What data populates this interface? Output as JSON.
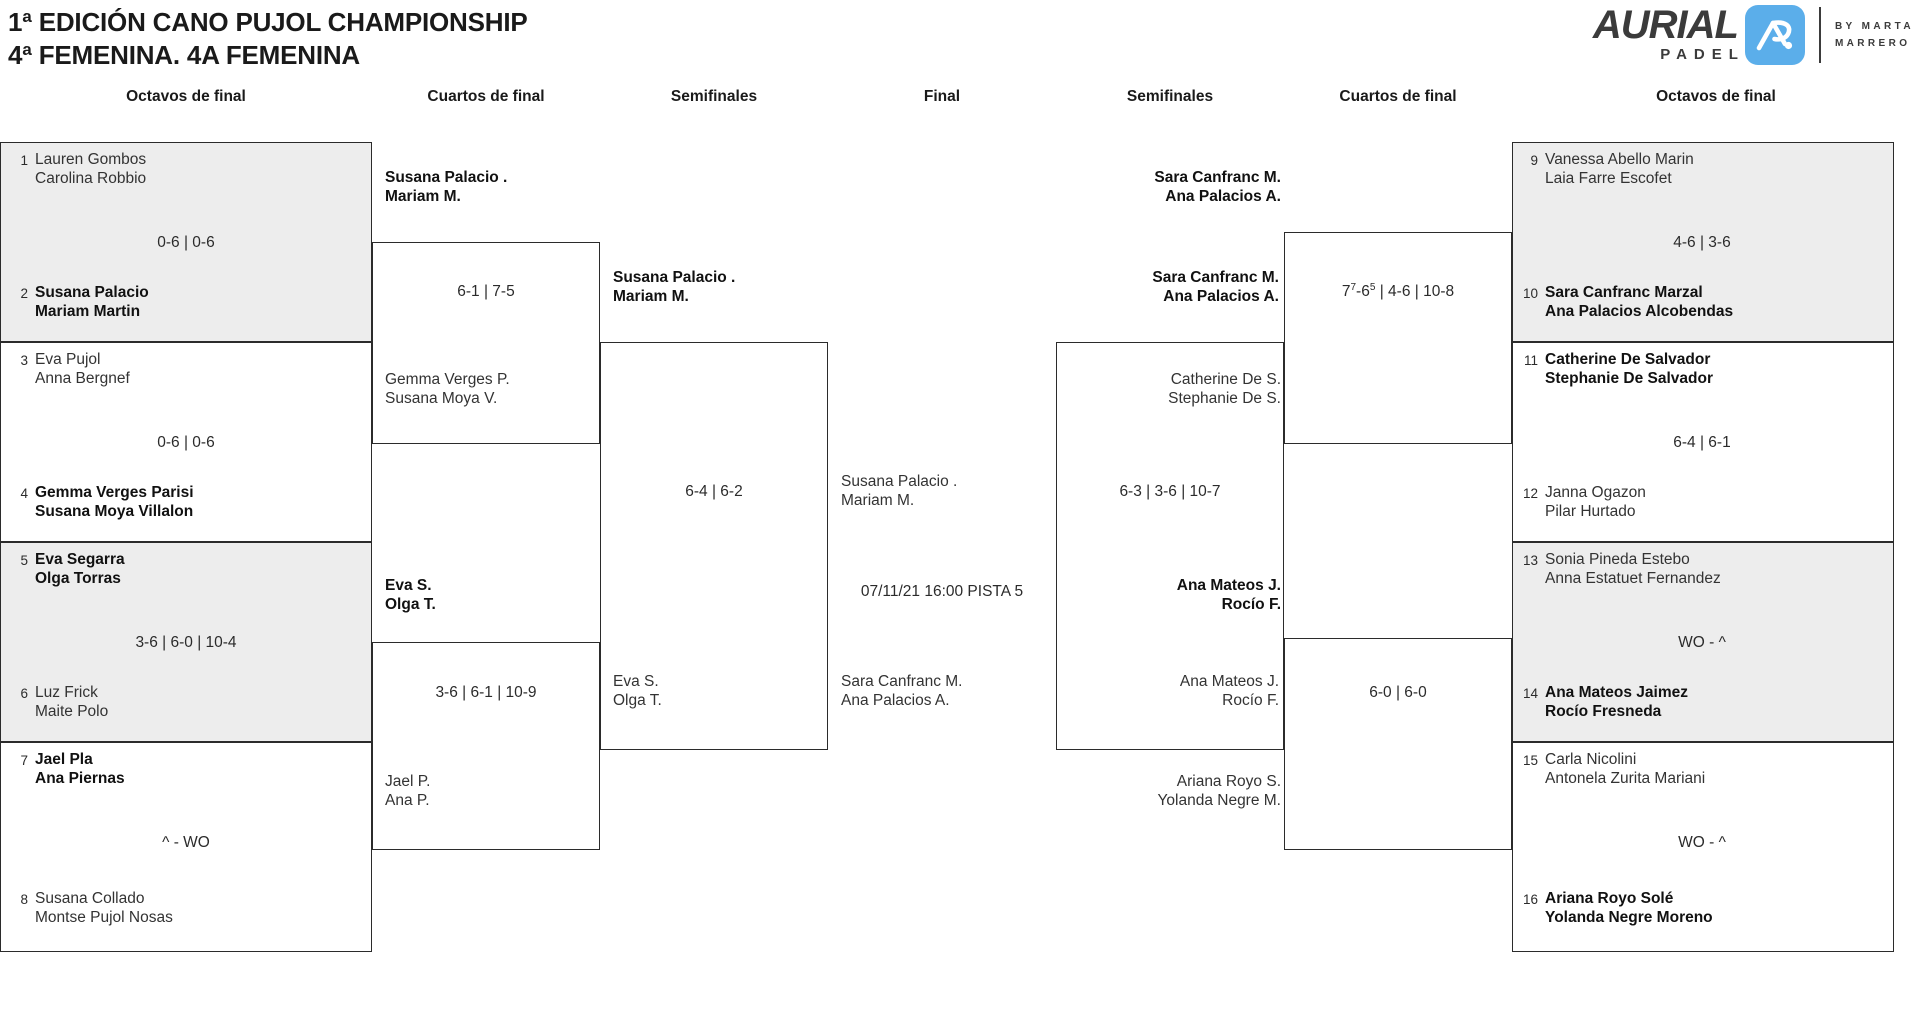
{
  "header": {
    "title_line1": "1ª EDICIÓN CANO PUJOL CHAMPIONSHIP",
    "title_line2": "4ª FEMENINA. 4A FEMENINA",
    "logo": {
      "brand": "AURIAL",
      "sub": "PADEL",
      "by_line1": "BY  MARTA",
      "by_line2": "MARRERO",
      "accent_color": "#5BAEEA",
      "mark_color": "#3b3b3b"
    }
  },
  "columns": {
    "octavos_left": "Octavos de final",
    "cuartos_left": "Cuartos de final",
    "semis_left": "Semifinales",
    "final": "Final",
    "semis_right": "Semifinales",
    "cuartos_right": "Cuartos de final",
    "octavos_right": "Octavos de final"
  },
  "octavos_left": [
    {
      "seed_top": "1",
      "top_line1": "Lauren Gombos",
      "top_line2": "Carolina Robbio",
      "top_won": false,
      "score": "0-6 | 0-6",
      "seed_bottom": "2",
      "bottom_line1": "Susana Palacio",
      "bottom_line2": "Mariam Martin",
      "bottom_won": true
    },
    {
      "seed_top": "3",
      "top_line1": "Eva Pujol",
      "top_line2": "Anna Bergnef",
      "top_won": false,
      "score": "0-6 | 0-6",
      "seed_bottom": "4",
      "bottom_line1": "Gemma Verges Parisi",
      "bottom_line2": "Susana Moya Villalon",
      "bottom_won": true
    },
    {
      "seed_top": "5",
      "top_line1": "Eva Segarra",
      "top_line2": "Olga Torras",
      "top_won": true,
      "score": "3-6 | 6-0 | 10-4",
      "seed_bottom": "6",
      "bottom_line1": "Luz Frick",
      "bottom_line2": "Maite Polo",
      "bottom_won": false
    },
    {
      "seed_top": "7",
      "top_line1": "Jael Pla",
      "top_line2": "Ana Piernas",
      "top_won": true,
      "score": "^ - WO",
      "seed_bottom": "8",
      "bottom_line1": "Susana Collado",
      "bottom_line2": "Montse Pujol Nosas",
      "bottom_won": false
    }
  ],
  "octavos_right": [
    {
      "seed_top": "9",
      "top_line1": "Vanessa Abello Marin",
      "top_line2": "Laia Farre Escofet",
      "top_won": false,
      "score": "4-6 | 3-6",
      "seed_bottom": "10",
      "bottom_line1": "Sara Canfranc Marzal",
      "bottom_line2": "Ana Palacios Alcobendas",
      "bottom_won": true
    },
    {
      "seed_top": "11",
      "top_line1": "Catherine De Salvador",
      "top_line2": "Stephanie De Salvador",
      "top_won": true,
      "score": "6-4 | 6-1",
      "seed_bottom": "12",
      "bottom_line1": "Janna Ogazon",
      "bottom_line2": "Pilar Hurtado",
      "bottom_won": false
    },
    {
      "seed_top": "13",
      "top_line1": "Sonia Pineda Estebo",
      "top_line2": "Anna Estatuet Fernandez",
      "top_won": false,
      "score": "WO - ^",
      "seed_bottom": "14",
      "bottom_line1": "Ana Mateos Jaimez",
      "bottom_line2": "Rocío Fresneda",
      "bottom_won": true
    },
    {
      "seed_top": "15",
      "top_line1": "Carla Nicolini",
      "top_line2": "Antonela Zurita Mariani",
      "top_won": false,
      "score": "WO - ^",
      "seed_bottom": "16",
      "bottom_line1": "Ariana Royo Solé",
      "bottom_line2": "Yolanda Negre Moreno",
      "bottom_won": true
    }
  ],
  "cuartos_left": [
    {
      "top_line1": "Susana Palacio .",
      "top_line2": "Mariam M.",
      "top_won": true,
      "score": "6-1 | 7-5",
      "bottom_line1": "Gemma Verges P.",
      "bottom_line2": "Susana Moya V.",
      "bottom_won": false
    },
    {
      "top_line1": "Eva S.",
      "top_line2": "Olga T.",
      "top_won": true,
      "score": "3-6 | 6-1 | 10-9",
      "bottom_line1": "Jael P.",
      "bottom_line2": "Ana P.",
      "bottom_won": false
    }
  ],
  "cuartos_right": [
    {
      "top_line1": "Sara Canfranc M.",
      "top_line2": "Ana Palacios A.",
      "top_won": true,
      "score_pre": "7",
      "score_sup1": "7",
      "score_mid": "-6",
      "score_sup2": "5",
      "score_post": " | 4-6 | 10-8",
      "score_plain": "7⁷-6⁵ | 4-6 | 10-8",
      "bottom_line1": "Catherine De S.",
      "bottom_line2": "Stephanie De S.",
      "bottom_won": false
    },
    {
      "top_line1": "Ana Mateos J.",
      "top_line2": "Rocío F.",
      "top_won": true,
      "score_plain": "6-0 | 6-0",
      "bottom_line1": "Ariana Royo S.",
      "bottom_line2": "Yolanda Negre M.",
      "bottom_won": false
    }
  ],
  "semis_left": {
    "top_line1": "Susana Palacio .",
    "top_line2": "Mariam M.",
    "top_won": true,
    "score": "6-4 | 6-2",
    "bottom_line1": "Eva S.",
    "bottom_line2": "Olga T.",
    "bottom_won": false
  },
  "semis_right": {
    "top_line1": "Sara Canfranc M.",
    "top_line2": "Ana Palacios A.",
    "top_won": true,
    "score": "6-3 | 3-6 | 10-7",
    "bottom_line1": "Ana Mateos J.",
    "bottom_line2": "Rocío F.",
    "bottom_won": false
  },
  "final": {
    "top_line1": "Susana Palacio .",
    "top_line2": "Mariam M.",
    "schedule": "07/11/21 16:00 PISTA 5",
    "bottom_line1": "Sara Canfranc M.",
    "bottom_line2": "Ana Palacios A."
  }
}
